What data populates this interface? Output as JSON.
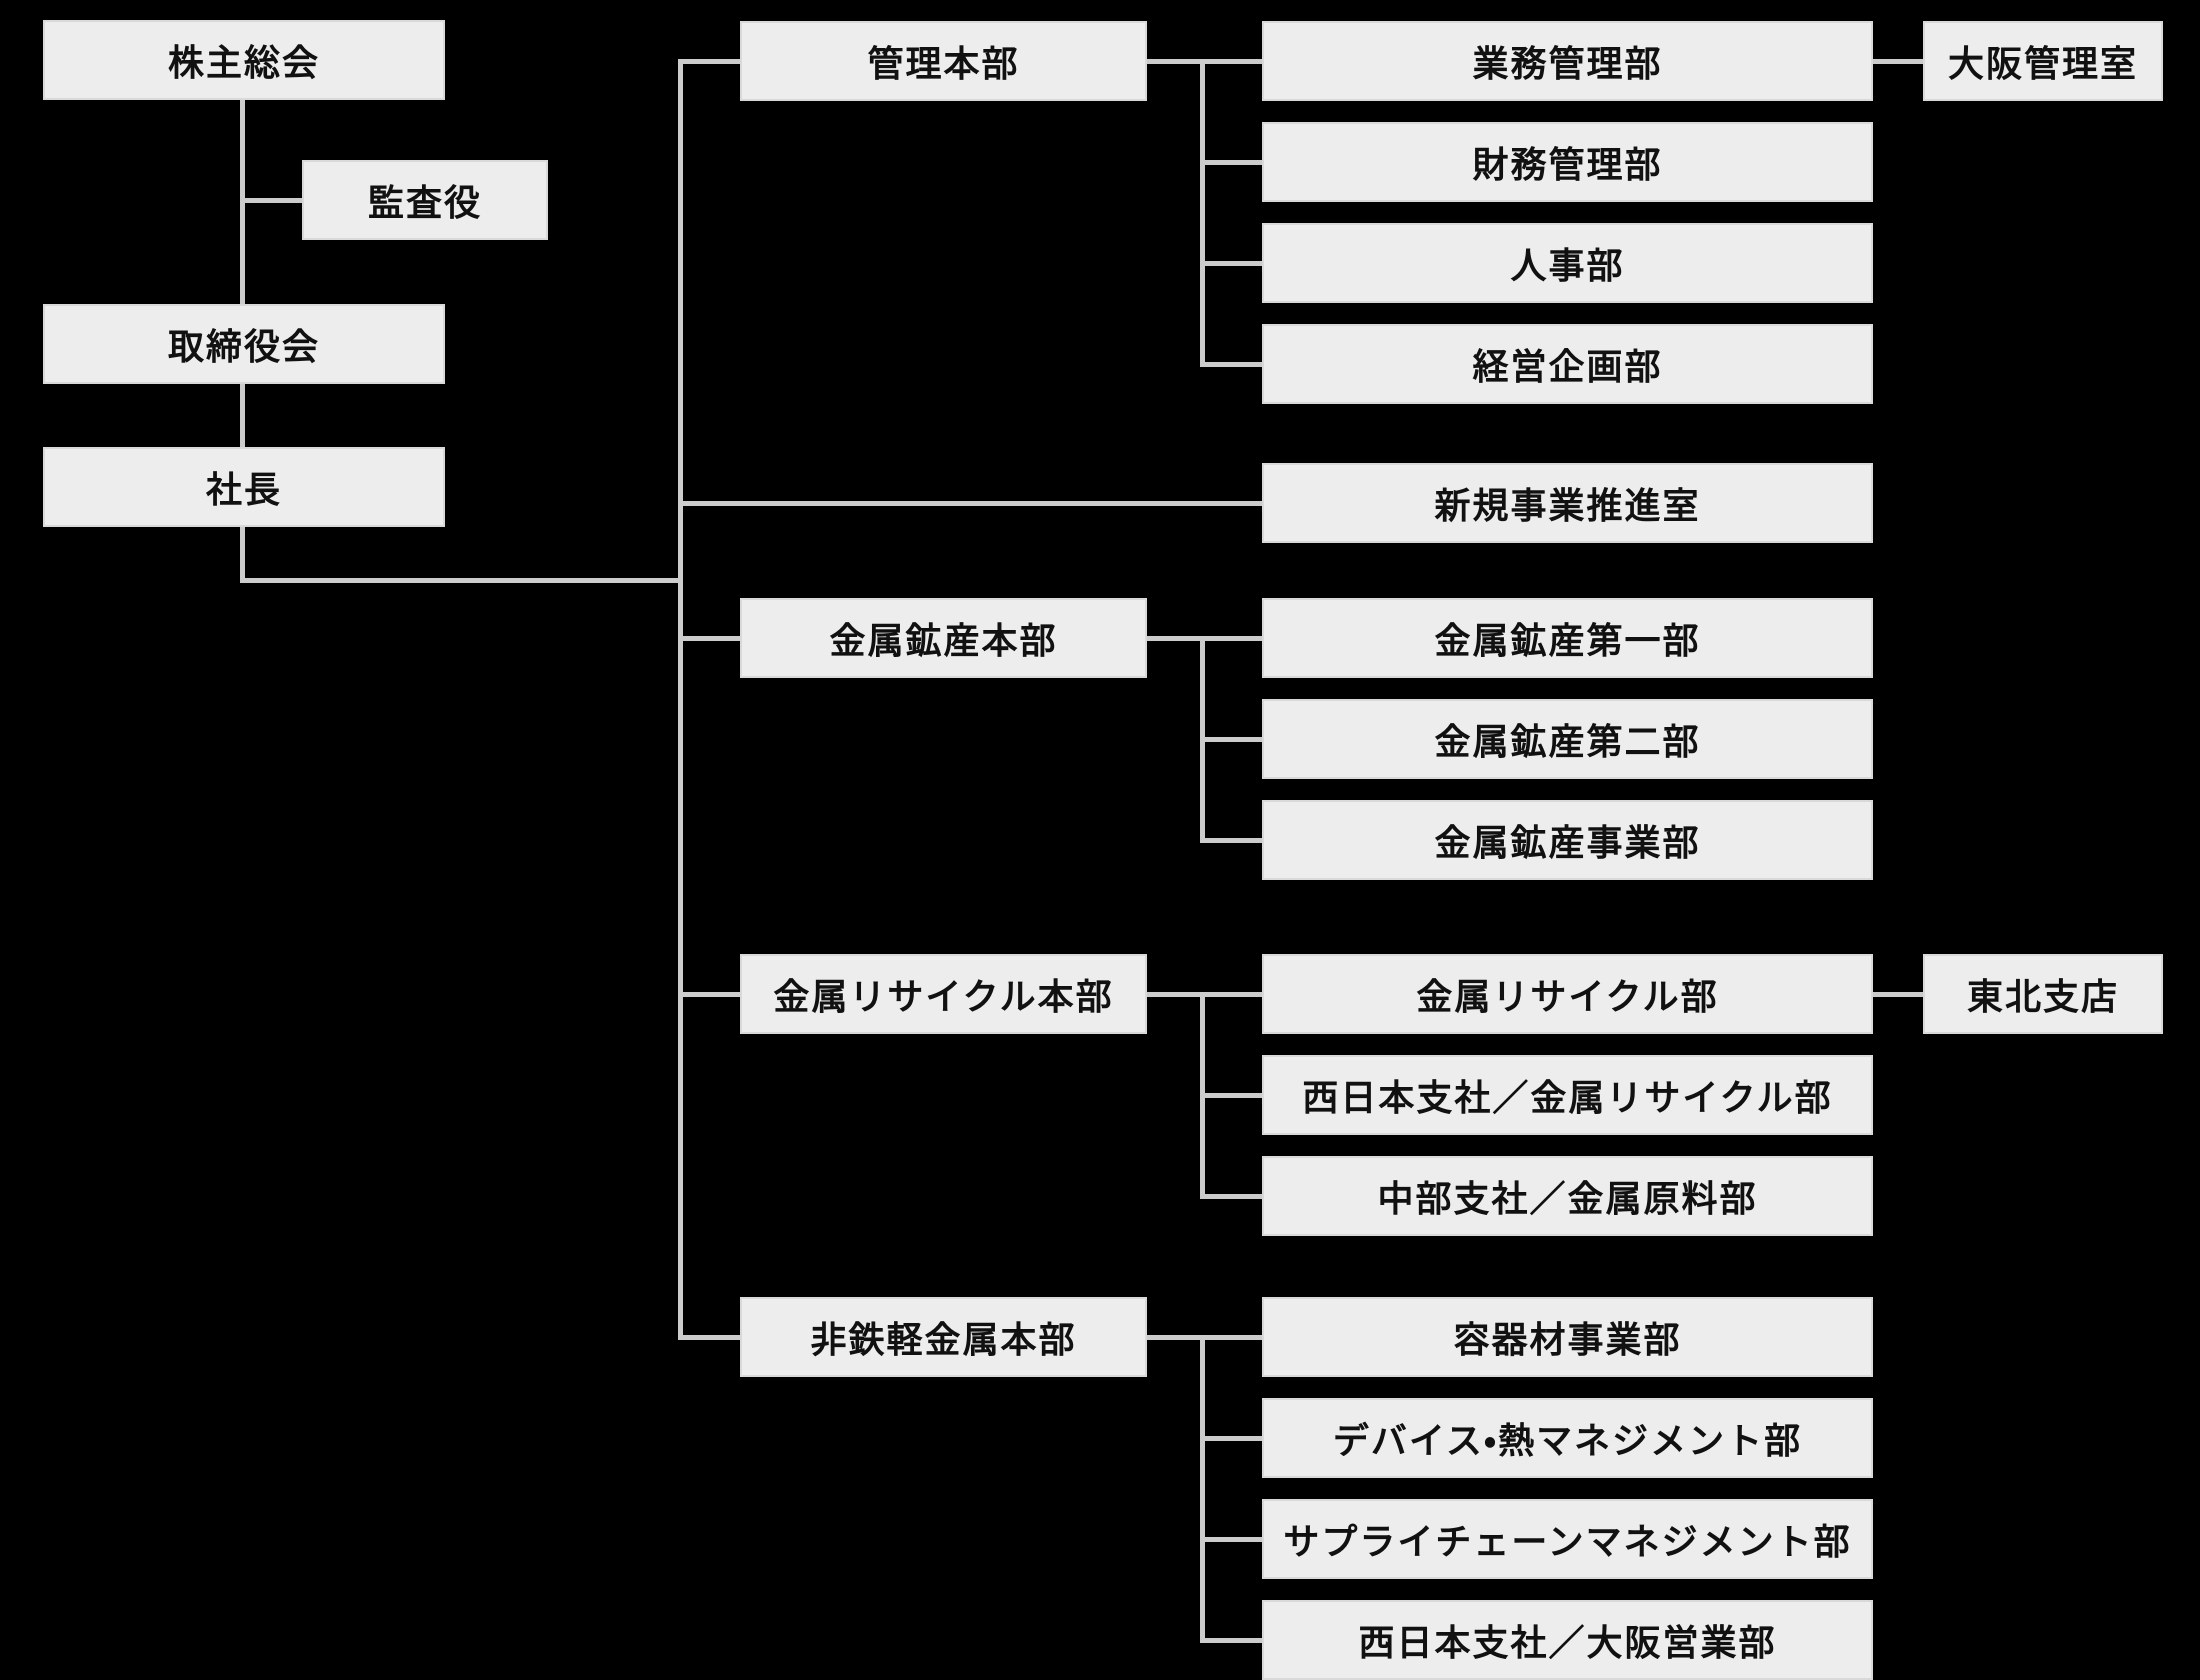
{
  "colors": {
    "background": "#000000",
    "box_fill": "#ededed",
    "box_border": "#d9d9d9",
    "connector": "#cccccc",
    "text": "#111111"
  },
  "nodes": {
    "shareholders_meeting": "株主総会",
    "auditor": "監査役",
    "board_of_directors": "取締役会",
    "president": "社長",
    "admin_hq": "管理本部",
    "business_admin_dept": "業務管理部",
    "osaka_admin_office": "大阪管理室",
    "finance_admin_dept": "財務管理部",
    "hr_dept": "人事部",
    "corporate_planning_dept": "経営企画部",
    "new_business_promotion_office": "新規事業推進室",
    "metal_mining_hq": "金属鉱産本部",
    "metal_mining_dept_1": "金属鉱産第一部",
    "metal_mining_dept_2": "金属鉱産第二部",
    "metal_mining_business_dept": "金属鉱産事業部",
    "metal_recycling_hq": "金属リサイクル本部",
    "metal_recycling_dept": "金属リサイクル部",
    "tohoku_branch": "東北支店",
    "west_japan_metal_recycling_dept": "西日本支社／金属リサイクル部",
    "chubu_metal_raw_material_dept": "中部支社／金属原料部",
    "nonferrous_light_metal_hq": "非鉄軽金属本部",
    "container_material_dept": "容器材事業部",
    "device_thermal_mgmt_dept": "デバイス・熱マネジメント部",
    "supply_chain_mgmt_dept": "サプライチェーンマネジメント部",
    "west_japan_osaka_sales_dept": "西日本支社／大阪営業部"
  },
  "edges": {
    "shareholders_meeting": [
      "auditor",
      "board_of_directors"
    ],
    "board_of_directors": [
      "president"
    ],
    "president": [
      "admin_hq",
      "new_business_promotion_office",
      "metal_mining_hq",
      "metal_recycling_hq",
      "nonferrous_light_metal_hq"
    ],
    "admin_hq": [
      "business_admin_dept",
      "finance_admin_dept",
      "hr_dept",
      "corporate_planning_dept"
    ],
    "business_admin_dept": [
      "osaka_admin_office"
    ],
    "metal_mining_hq": [
      "metal_mining_dept_1",
      "metal_mining_dept_2",
      "metal_mining_business_dept"
    ],
    "metal_recycling_hq": [
      "metal_recycling_dept",
      "west_japan_metal_recycling_dept",
      "chubu_metal_raw_material_dept"
    ],
    "metal_recycling_dept": [
      "tohoku_branch"
    ],
    "nonferrous_light_metal_hq": [
      "container_material_dept",
      "device_thermal_mgmt_dept",
      "supply_chain_mgmt_dept",
      "west_japan_osaka_sales_dept"
    ]
  }
}
